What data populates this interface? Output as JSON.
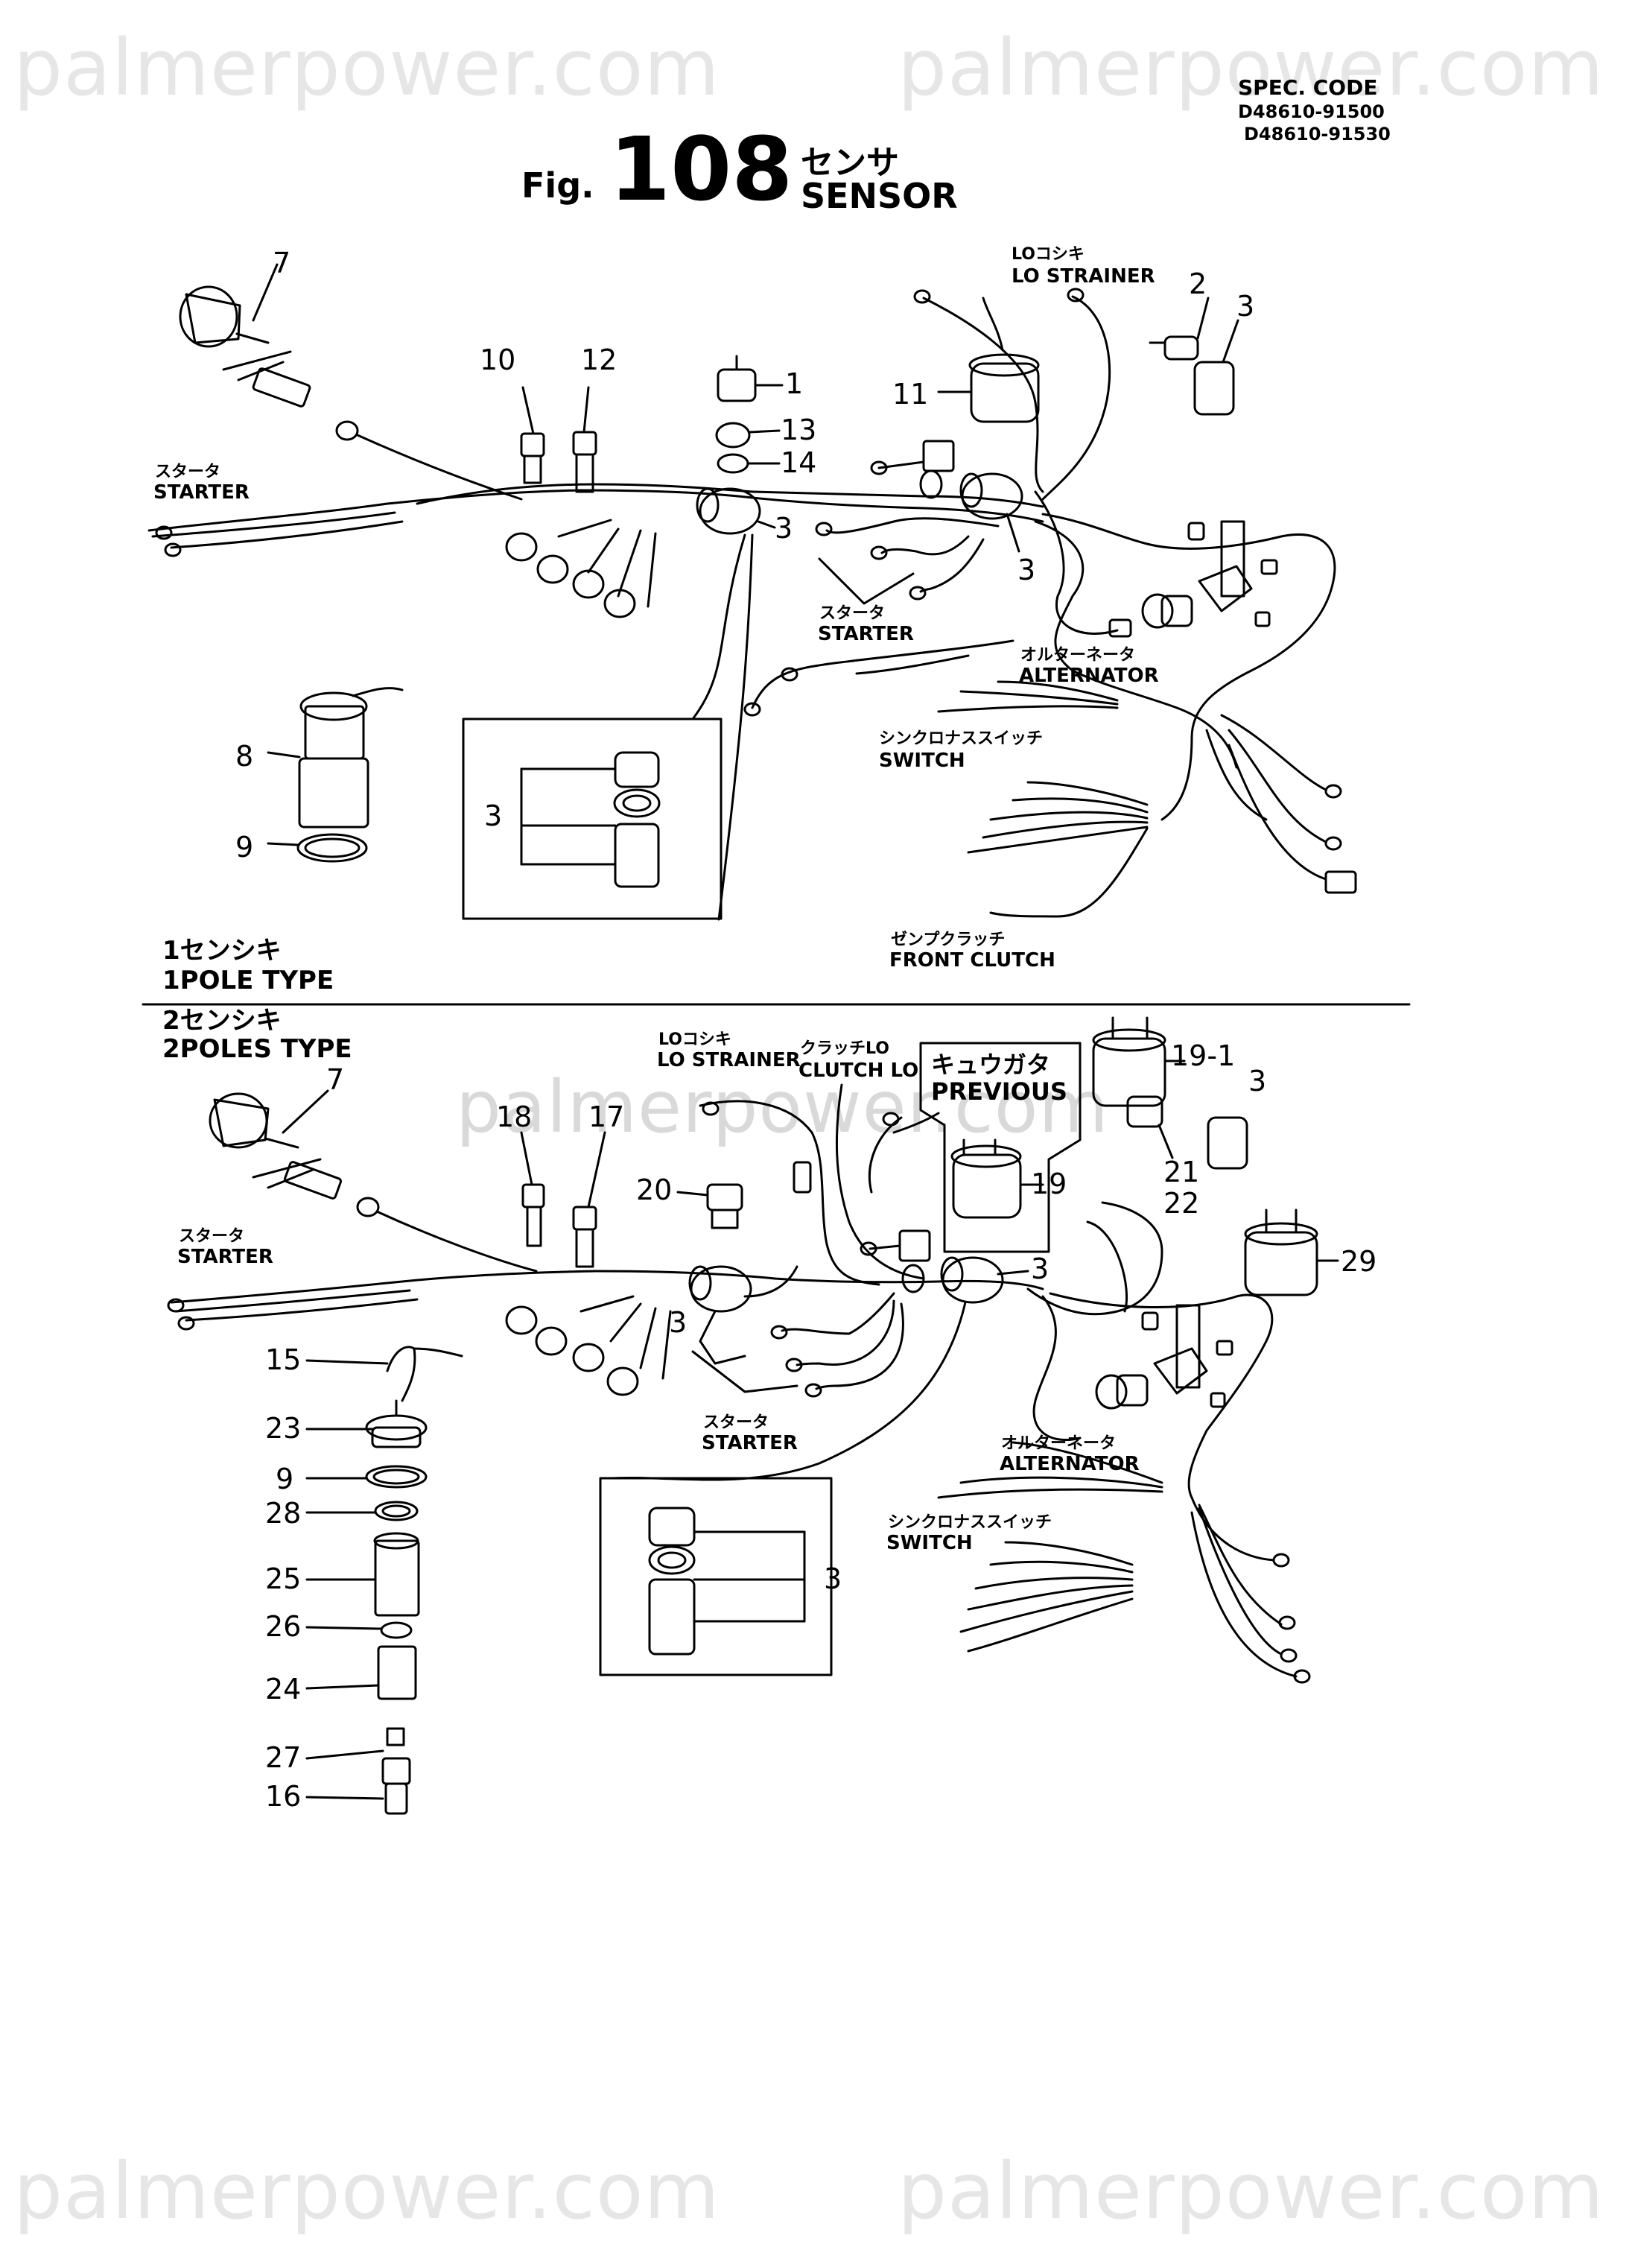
{
  "watermark": "palmerpower.com",
  "spec": {
    "title": "SPEC. CODE",
    "codes": [
      "D48610-91500",
      "D48610-91530"
    ]
  },
  "figure": {
    "prefix": "Fig.",
    "number": "108",
    "title_ja": "センサ",
    "title_en": "SENSOR"
  },
  "sections": {
    "one_pole": {
      "ja": "1センシキ",
      "en": "1POLE TYPE"
    },
    "two_pole": {
      "ja": "2センシキ",
      "en": "2POLES TYPE"
    }
  },
  "labels": {
    "lo_strainer_ja": "LOコシキ",
    "lo_strainer_en": "LO STRAINER",
    "starter_ja": "スタータ",
    "starter_en": "STARTER",
    "alternator_ja": "オルターネータ",
    "alternator_en": "ALTERNATOR",
    "switch_ja": "シンクロナススイッチ",
    "switch_en": "SWITCH",
    "front_clutch_ja": "ゼンプクラッチ",
    "front_clutch_en": "FRONT CLUTCH",
    "clutch_lo_ja": "クラッチLO",
    "clutch_lo_en": "CLUTCH LO",
    "previous_ja": "キュウガタ",
    "previous_en": "PREVIOUS"
  },
  "callouts": {
    "n1": "1",
    "n2": "2",
    "n3": "3",
    "n7": "7",
    "n8": "8",
    "n9": "9",
    "n10": "10",
    "n11": "11",
    "n12": "12",
    "n13": "13",
    "n14": "14",
    "n15": "15",
    "n16": "16",
    "n17": "17",
    "n18": "18",
    "n19": "19",
    "n19_1": "19-1",
    "n20": "20",
    "n21": "21",
    "n22": "22",
    "n23": "23",
    "n24": "24",
    "n25": "25",
    "n26": "26",
    "n27": "27",
    "n28": "28",
    "n29": "29"
  }
}
